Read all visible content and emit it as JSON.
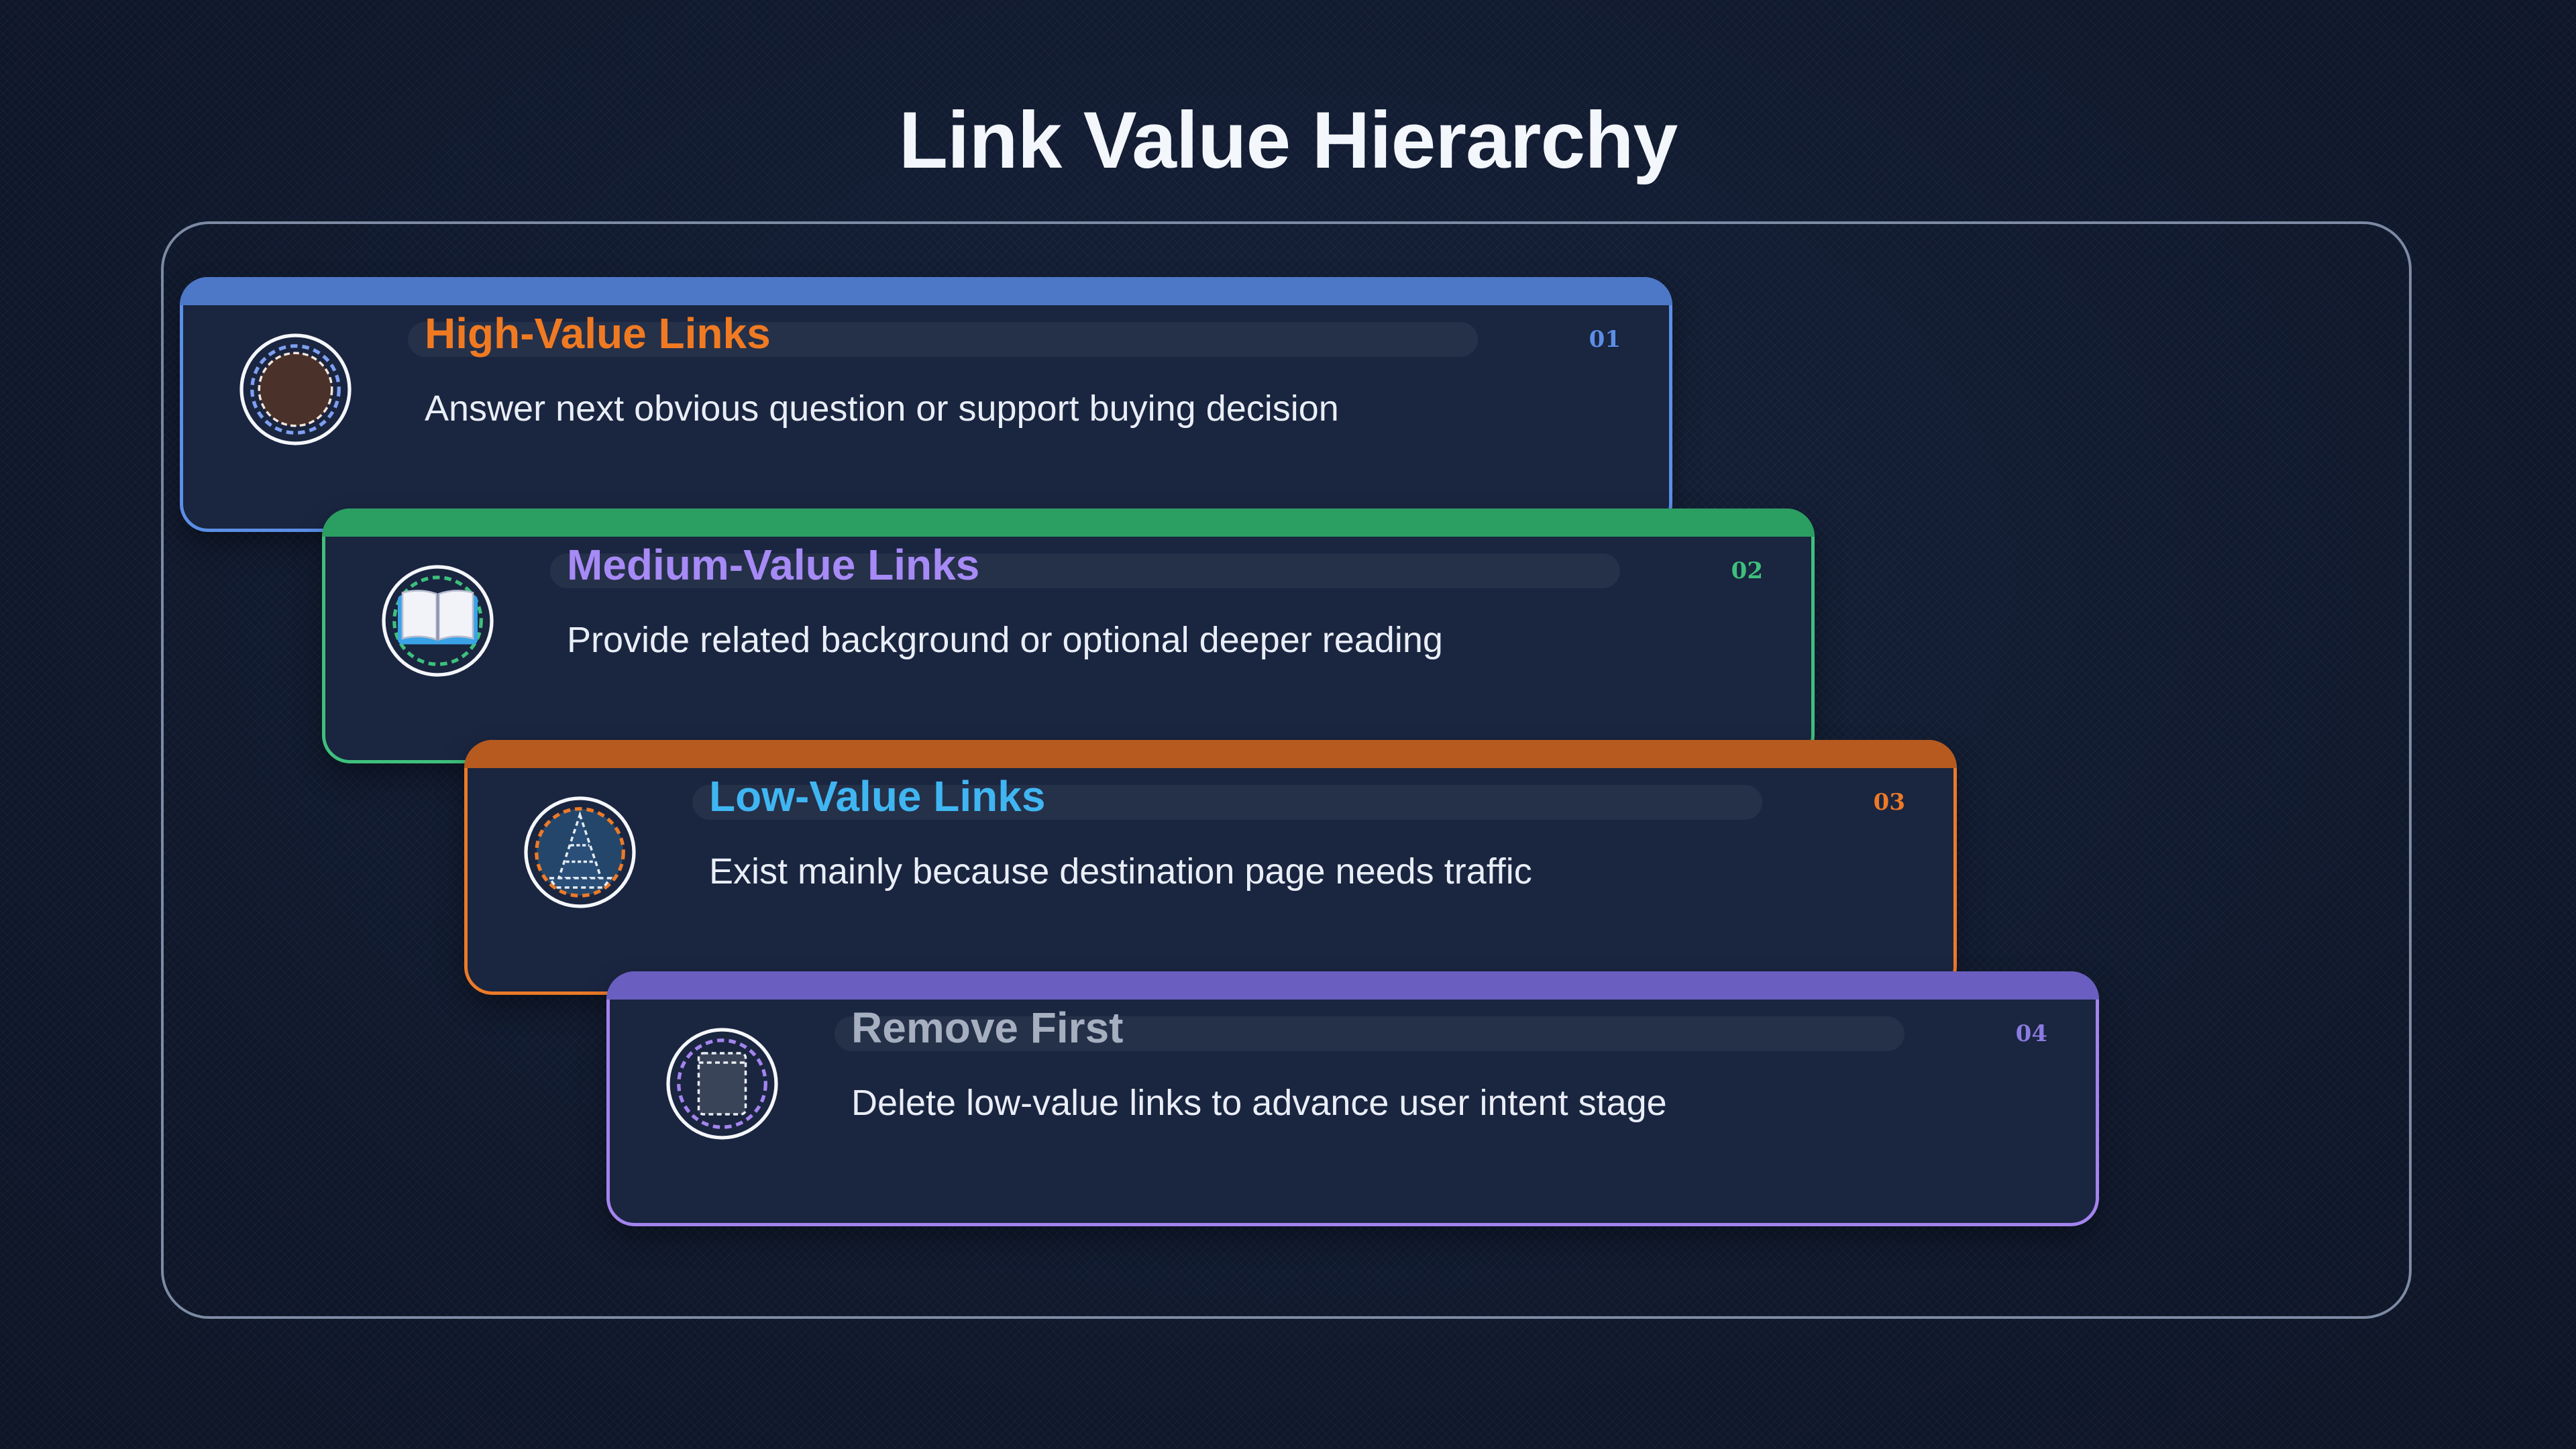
{
  "title": "Link Value Hierarchy",
  "cards": [
    {
      "number": "01",
      "heading": "High-Value Links",
      "description": "Answer next obvious question or support buying decision",
      "icon": "dark-circle-badge-icon",
      "accent": "#5b8fe6",
      "heading_color": "#f07a22"
    },
    {
      "number": "02",
      "heading": "Medium-Value Links",
      "description": "Provide related background or optional deeper reading",
      "icon": "open-book-icon",
      "accent": "#3ec07c",
      "heading_color": "#a68af5"
    },
    {
      "number": "03",
      "heading": "Low-Value Links",
      "description": "Exist mainly because destination page needs traffic",
      "icon": "traffic-cone-icon",
      "accent": "#ec7a27",
      "heading_color": "#3fb6f2"
    },
    {
      "number": "04",
      "heading": "Remove First",
      "description": "Delete low-value links to advance user intent stage",
      "icon": "trash-bin-icon",
      "accent": "#a384ee",
      "heading_color": "#a6afc0"
    }
  ]
}
